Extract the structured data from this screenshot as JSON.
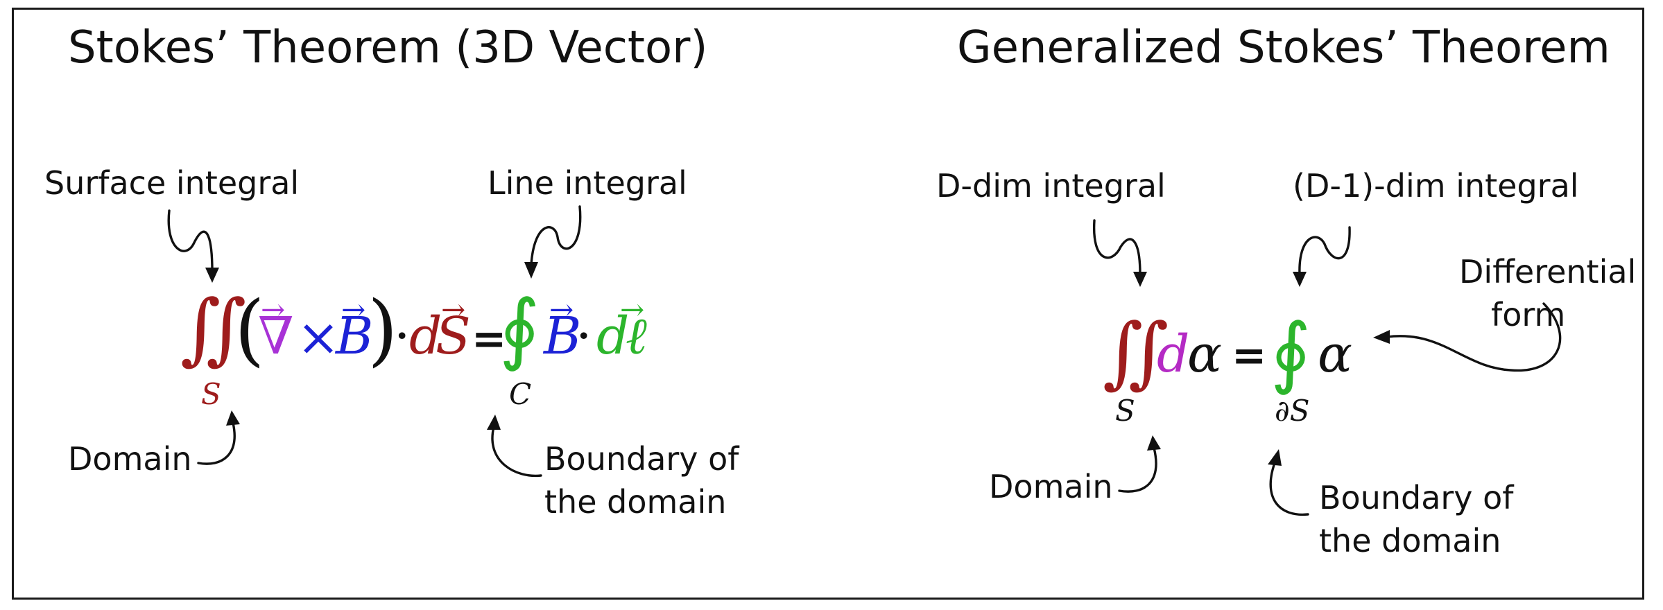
{
  "colors": {
    "surface": "#9e1c1c",
    "nabla": "#a832d6",
    "field": "#1c22d6",
    "line": "#2cb52c",
    "d_form": "#b42ac4",
    "text": "#111111"
  },
  "left_panel": {
    "title": "Stokes’ Theorem (3D Vector)",
    "labels": {
      "surface_integral": "Surface integral",
      "line_integral": "Line integral",
      "domain": "Domain",
      "boundary_line1": "Boundary of",
      "boundary_line2": "the domain"
    },
    "equation": {
      "double_integral": "∬",
      "domain_subscript": "S",
      "open_paren": "(",
      "nabla": "∇",
      "cross": "×",
      "field": "B",
      "close_paren": ")",
      "dot": "·",
      "d": "d",
      "surface_element": "S",
      "equals": "=",
      "contour_integral": "∮",
      "boundary_subscript": "C",
      "field2": "B",
      "dot2": "·",
      "d2": "d",
      "line_element": "ℓ"
    }
  },
  "right_panel": {
    "title": "Generalized Stokes’ Theorem",
    "labels": {
      "d_dim_integral": "D-dim integral",
      "d_minus_1_integral": "(D-1)-dim integral",
      "differential_form_line1": "Differential",
      "differential_form_line2": "form",
      "domain": "Domain",
      "boundary_line1": "Boundary of",
      "boundary_line2": "the domain"
    },
    "equation": {
      "double_integral": "∬",
      "domain_subscript": "S",
      "d": "d",
      "alpha": "α",
      "equals": "=",
      "contour_integral": "∮",
      "boundary_subscript": "∂S",
      "alpha2": "α"
    }
  }
}
